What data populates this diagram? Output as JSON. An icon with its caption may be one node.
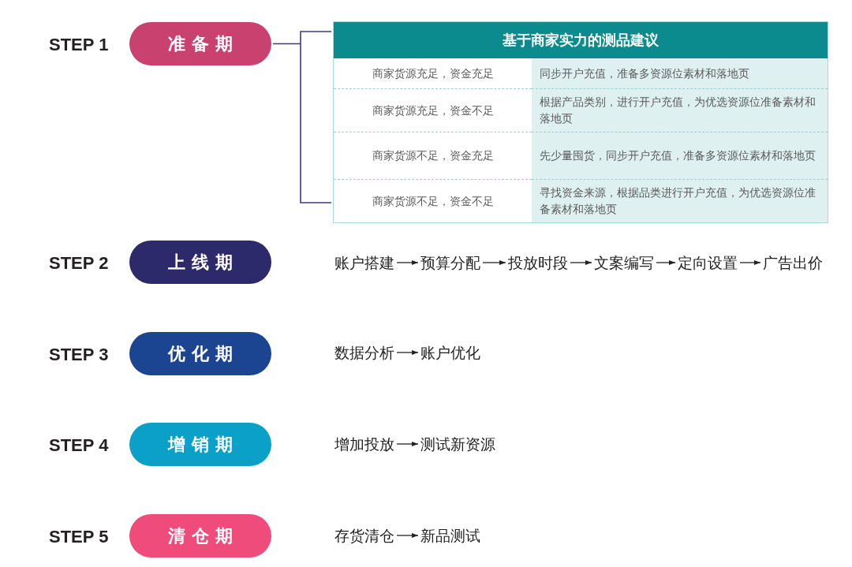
{
  "diagram": {
    "nodes": [
      {
        "text": [
          "准备期"
        ],
        "beside": [
          "STEP 1"
        ]
      },
      {
        "text": [
          "基于商家实力的测品建议"
        ]
      },
      {
        "text": [
          "上线期"
        ],
        "beside": [
          "STEP 2"
        ]
      },
      {
        "text": [
          "账户搭建"
        ]
      },
      {
        "text": [
          "预算分配"
        ]
      },
      {
        "text": [
          "投放时段"
        ]
      },
      {
        "text": [
          "文案编写"
        ]
      },
      {
        "text": [
          "定向设置"
        ]
      },
      {
        "text": [
          "广告出价"
        ]
      },
      {
        "text": [
          "优化期"
        ],
        "beside": [
          "STEP 3"
        ]
      },
      {
        "text": [
          "数据分析"
        ]
      },
      {
        "text": [
          "账户优化"
        ]
      },
      {
        "text": [
          "增销期"
        ],
        "beside": [
          "STEP 4"
        ]
      },
      {
        "text": [
          "增加投放"
        ]
      },
      {
        "text": [
          "测试新资源"
        ]
      },
      {
        "text": [
          "清仓期"
        ],
        "beside": [
          "STEP 5"
        ]
      },
      {
        "text": [
          "存货清仓"
        ]
      },
      {
        "text": [
          "新品测试"
        ]
      }
    ],
    "edges": [
      {
        "from": 0,
        "to": 1,
        "arrow": "none",
        "color": "#3d3b80"
      },
      {
        "from": 3,
        "to": 4,
        "arrow": "to"
      },
      {
        "from": 4,
        "to": 5,
        "arrow": "to"
      },
      {
        "from": 5,
        "to": 6,
        "arrow": "to"
      },
      {
        "from": 6,
        "to": 7,
        "arrow": "to"
      },
      {
        "from": 7,
        "to": 8,
        "arrow": "to"
      },
      {
        "from": 10,
        "to": 11,
        "arrow": "to"
      },
      {
        "from": 13,
        "to": 14,
        "arrow": "to"
      },
      {
        "from": 16,
        "to": 17,
        "arrow": "to"
      }
    ],
    "labels": [
      "商家货源充足，资金充足",
      "同步开户充值，准备多资源位素材和落地页",
      "商家货源充足，资金不足",
      "根据产品类别，进行开户充值，为优选资源位准备素材和落地页",
      "商家货源不足，资金充足",
      "先少量囤货，同步开户充值，准备多资源位素材和落地页",
      "商家货源不足，资金不足",
      "寻找资金来源，根据品类进行开户充值，为优选资源位准备素材和落地页"
    ]
  }
}
